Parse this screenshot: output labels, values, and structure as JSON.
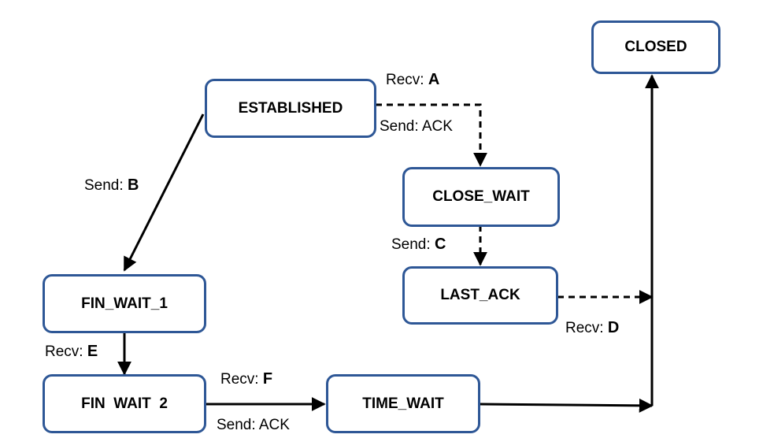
{
  "colors": {
    "state_border": "#2e5796",
    "edge": "#000000",
    "text": "#000000"
  },
  "states": {
    "closed": "CLOSED",
    "established": "ESTABLISHED",
    "close_wait": "CLOSE_WAIT",
    "last_ack": "LAST_ACK",
    "fin_wait_1": "FIN_WAIT_1",
    "fin_wait_2": "FIN  WAIT  2",
    "time_wait": "TIME_WAIT"
  },
  "labels": {
    "recv_a": {
      "prefix": "Recv: ",
      "key": "A"
    },
    "send_ack_1": "Send: ACK",
    "send_b": {
      "prefix": "Send: ",
      "key": "B"
    },
    "send_c": {
      "prefix": "Send: ",
      "key": "C"
    },
    "recv_d": {
      "prefix": "Recv: ",
      "key": "D"
    },
    "recv_e": {
      "prefix": "Recv: ",
      "key": "E"
    },
    "recv_f": {
      "prefix": "Recv: ",
      "key": "F"
    },
    "send_ack_2": "Send: ACK"
  }
}
